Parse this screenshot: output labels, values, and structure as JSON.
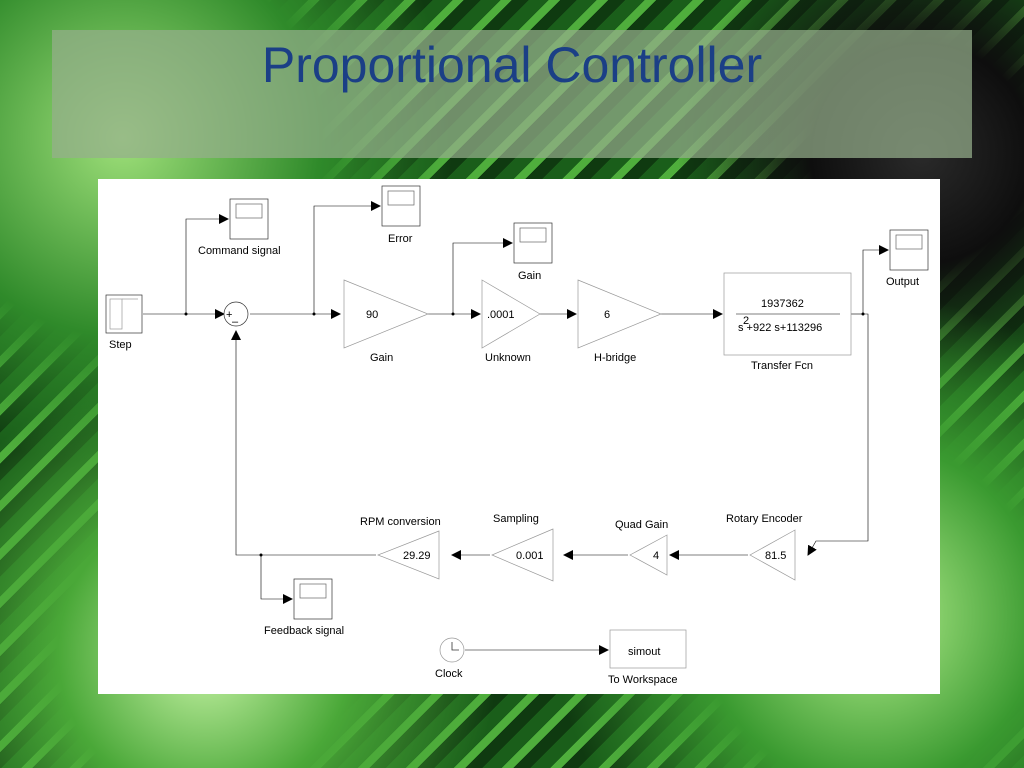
{
  "slide": {
    "title": "Proportional Controller"
  },
  "blocks": {
    "step": "Step",
    "command_signal": "Command signal",
    "error": "Error",
    "gain_scope": "Gain",
    "output": "Output",
    "gain": {
      "label": "Gain",
      "value": "90"
    },
    "unknown": {
      "label": "Unknown",
      "value": ".0001"
    },
    "hbridge": {
      "label": "H-bridge",
      "value": "6"
    },
    "transfer_fcn": {
      "label": "Transfer Fcn",
      "numerator": "1937362",
      "denominator": "s +922 s+113296",
      "exponent": "2"
    },
    "rpm_conversion": {
      "label": "RPM conversion",
      "value": "29.29"
    },
    "sampling": {
      "label": "Sampling",
      "value": "0.001"
    },
    "quad_gain": {
      "label": "Quad Gain",
      "value": "4"
    },
    "rotary_encoder": {
      "label": "Rotary Encoder",
      "value": "81.5"
    },
    "feedback_signal": "Feedback signal",
    "clock": "Clock",
    "to_workspace": {
      "label": "To Workspace",
      "value": "simout"
    },
    "sum_signs": {
      "plus": "+",
      "minus": "–"
    }
  }
}
